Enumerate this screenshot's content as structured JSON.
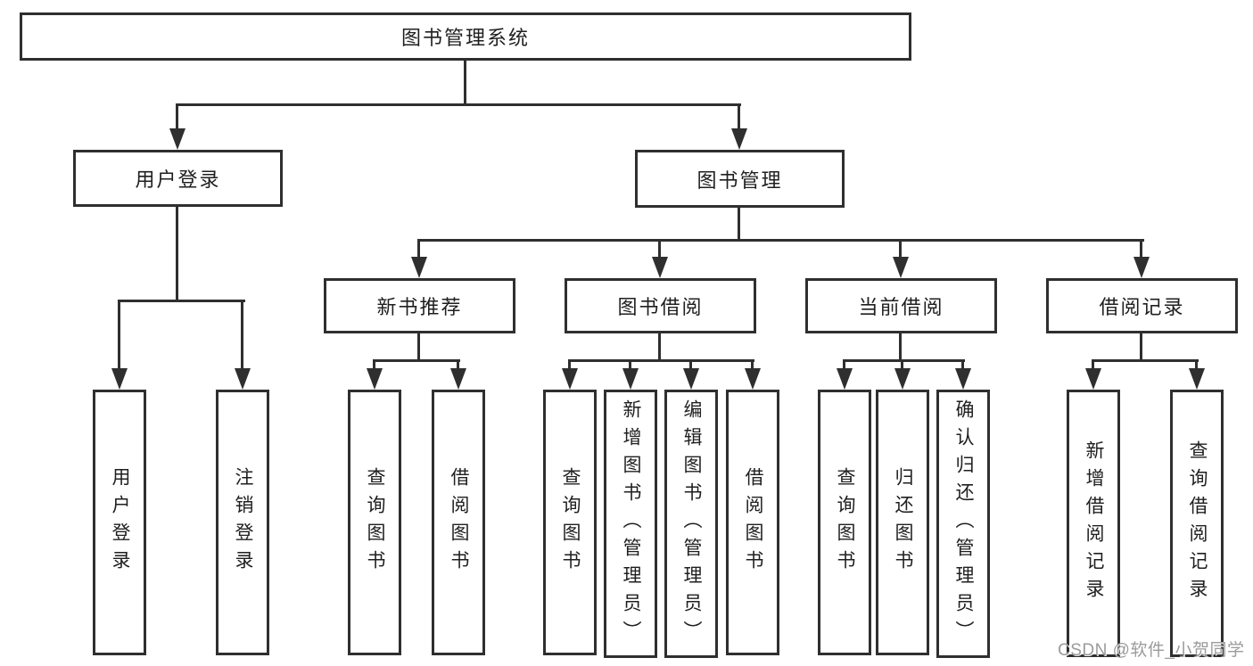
{
  "watermark": "CSDN @软件_小贺同学",
  "colors": {
    "line": "#2f2f2f",
    "text": "#1f1f1f",
    "background": "#ffffff",
    "watermark_text": "#9b9b9b"
  },
  "tree": {
    "root": {
      "label": "图书管理系统",
      "children": [
        {
          "label": "用户登录",
          "children": [
            {
              "label": "用户登录"
            },
            {
              "label": "注销登录"
            }
          ]
        },
        {
          "label": "图书管理",
          "children": [
            {
              "label": "新书推荐",
              "children": [
                {
                  "label": "查询图书"
                },
                {
                  "label": "借阅图书"
                }
              ]
            },
            {
              "label": "图书借阅",
              "children": [
                {
                  "label": "查询图书"
                },
                {
                  "label": "新增图书（管理员）"
                },
                {
                  "label": "编辑图书（管理员）"
                },
                {
                  "label": "借阅图书"
                }
              ]
            },
            {
              "label": "当前借阅",
              "children": [
                {
                  "label": "查询图书"
                },
                {
                  "label": "归还图书"
                },
                {
                  "label": "确认归还（管理员）"
                }
              ]
            },
            {
              "label": "借阅记录",
              "children": [
                {
                  "label": "新增借阅记录"
                },
                {
                  "label": "查询借阅记录"
                }
              ]
            }
          ]
        }
      ]
    }
  }
}
